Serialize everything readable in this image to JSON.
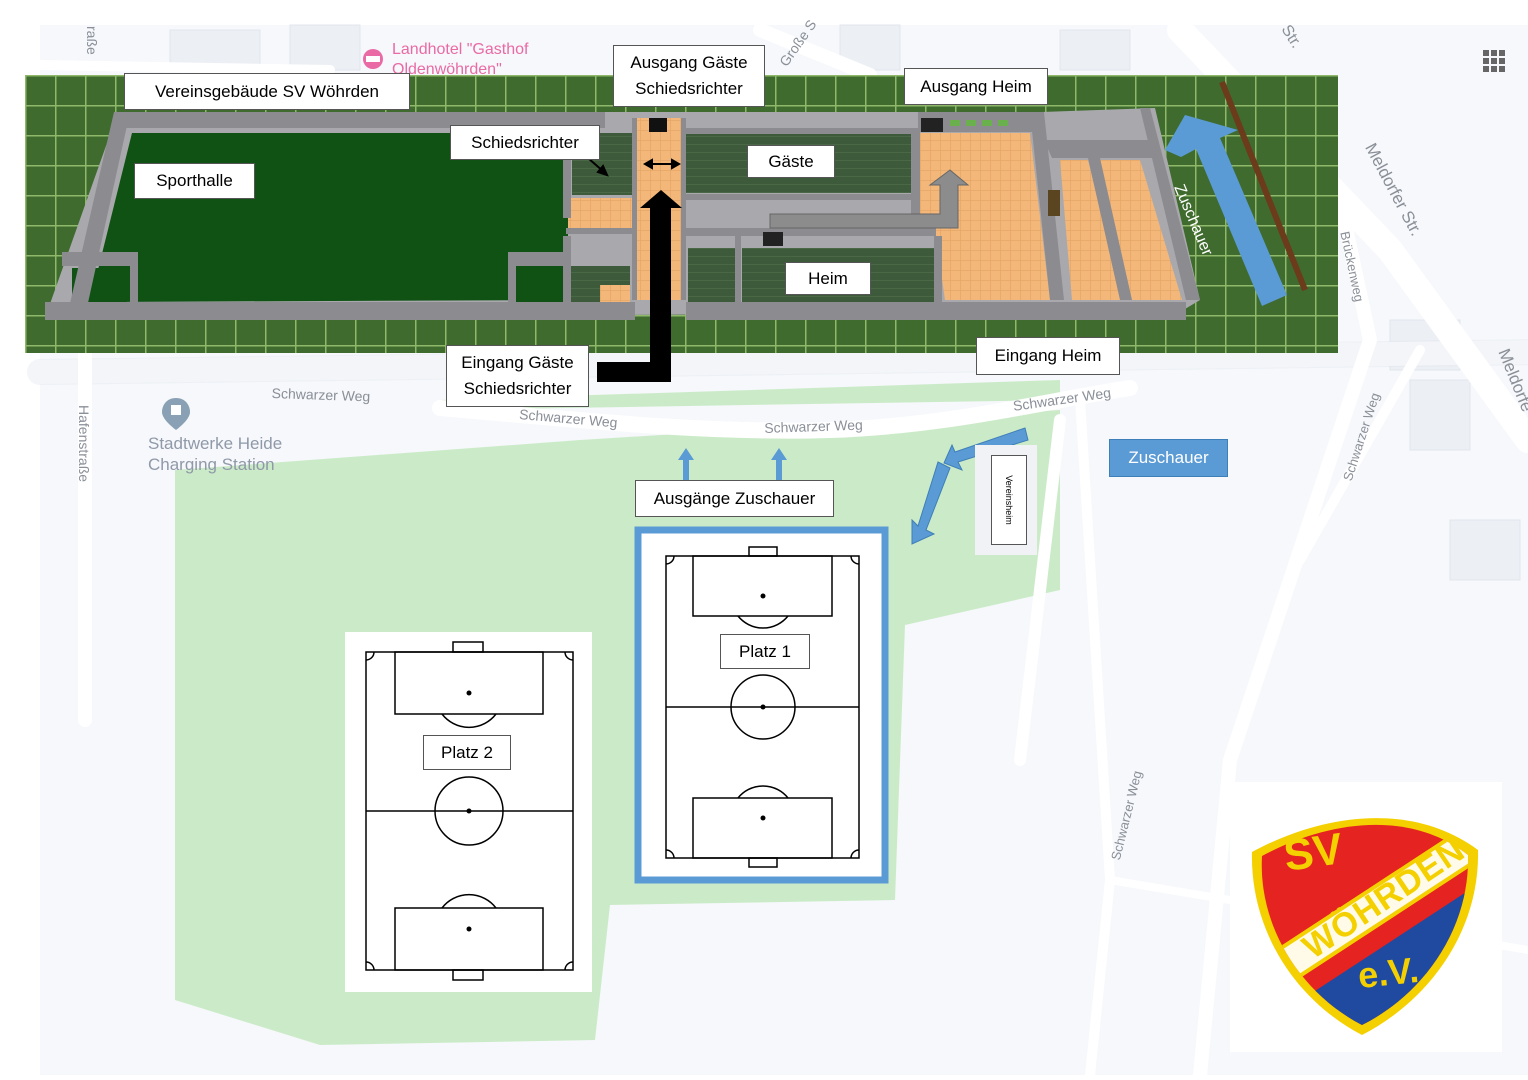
{
  "map": {
    "streets": {
      "schwarzer_weg": "Schwarzer Weg",
      "meldorfer_str": "Meldorfer Str.",
      "hafenstrasse": "Hafenstraße",
      "brueckenweg": "Brückenweg",
      "grosse_str": "Große S",
      "top_right_str": "Str.",
      "top_left_frag": "raße",
      "meldorfer_edge": "Meldorfe"
    },
    "pois": {
      "charging_station": "Stadtwerke Heide\nCharging Station",
      "hotel": "Landhotel \"Gasthof\nOldenwöhrden\""
    }
  },
  "building": {
    "title": "Vereinsgebäude SV Wöhrden",
    "rooms": {
      "sporthalle": "Sporthalle",
      "schiedsrichter": "Schiedsrichter",
      "gaeste": "Gäste",
      "heim": "Heim"
    },
    "exits": {
      "ausgang_gaeste": "Ausgang Gäste\nSchiedsrichter",
      "ausgang_heim": "Ausgang Heim",
      "eingang_gaeste": "Eingang Gäste\nSchiedsrichter",
      "eingang_heim": "Eingang Heim"
    }
  },
  "spectators": {
    "zuschauer_arrow": "Zuschauer",
    "zuschauer_box": "Zuschauer",
    "ausgaenge": "Ausgänge Zuschauer",
    "vereinsheim": "Vereinsheim"
  },
  "fields": {
    "platz1": "Platz 1",
    "platz2": "Platz 2"
  },
  "logo": {
    "text_sv": "SV",
    "text_name": "WÖHRDEN",
    "text_ev": "e.V."
  },
  "colors": {
    "grass_tile": "#3f6b2f",
    "sporthalle_floor": "#0f5214",
    "room_floor": "#3d5a3a",
    "corridor": "#f3b77a",
    "wall": "#a9a9ad",
    "field_green": "#cbebc8",
    "spectator_blue": "#5b9bd5",
    "logo_red": "#e52320",
    "logo_blue": "#1f4aa0",
    "logo_yellow": "#f4d000"
  }
}
